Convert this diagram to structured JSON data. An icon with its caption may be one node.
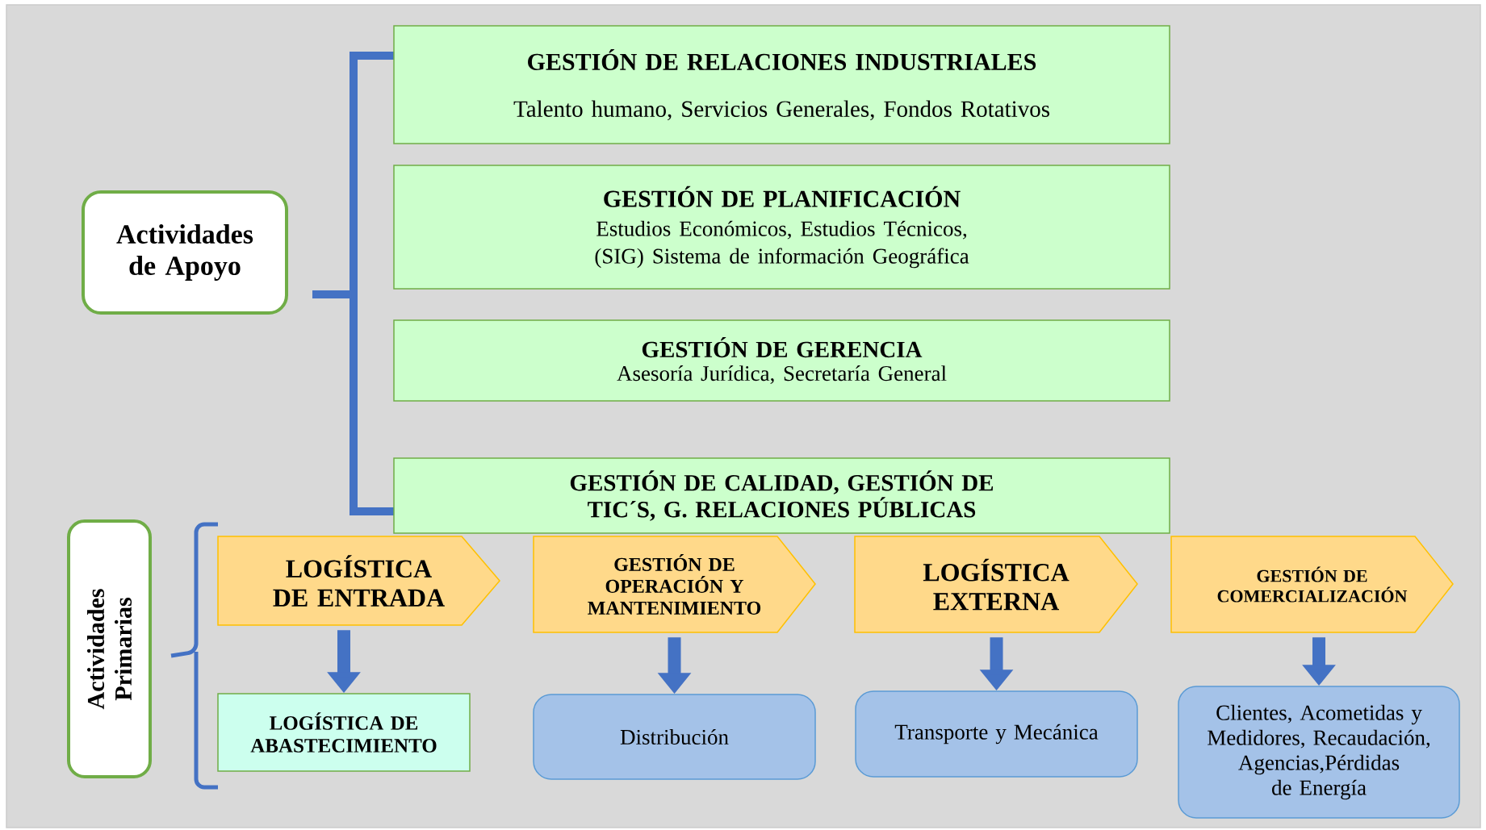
{
  "diagram": {
    "nodes": [
      {
        "text": [
          "Actividades de Apoyo"
        ]
      },
      {
        "text": [
          "GESTIÓN DE RELACIONES INDUSTRIALES",
          "Talento humano, Servicios Generales, Fondos Rotativos"
        ]
      },
      {
        "text": [
          "GESTIÓN DE PLANIFICACIÓN",
          "Estudios Económicos, Estudios Técnicos, (SIG) Sistema de información Geográfica"
        ]
      },
      {
        "text": [
          "GESTIÓN DE GERENCIA",
          "Asesoría Jurídica, Secretaría General"
        ]
      },
      {
        "text": [
          "GESTIÓN DE CALIDAD, GESTIÓN DE TIC´S, G. RELACIONES PÚBLICAS"
        ]
      },
      {
        "text": [
          "Actividades Primarias"
        ]
      },
      {
        "text": [
          "LOGÍSTICA DE ENTRADA"
        ]
      },
      {
        "text": [
          "GESTIÓN DE OPERACIÓN Y MANTENIMIENTO"
        ]
      },
      {
        "text": [
          "LOGÍSTICA EXTERNA"
        ]
      },
      {
        "text": [
          "GESTIÓN DE COMERCIALIZACIÓN"
        ]
      },
      {
        "text": [
          "LOGÍSTICA DE ABASTECIMIENTO"
        ]
      },
      {
        "text": [
          "Distribución"
        ]
      },
      {
        "text": [
          "Transporte y Mecánica"
        ]
      },
      {
        "text": [
          "Clientes, Acometidas y Medidores, Recaudación, Agencias,Pérdidas de Energía"
        ]
      }
    ],
    "edges": [
      {
        "from": 6,
        "to": 10,
        "arrow": "to"
      },
      {
        "from": 7,
        "to": 11,
        "arrow": "to"
      },
      {
        "from": 8,
        "to": 12,
        "arrow": "to"
      },
      {
        "from": 9,
        "to": 13,
        "arrow": "to"
      }
    ]
  }
}
